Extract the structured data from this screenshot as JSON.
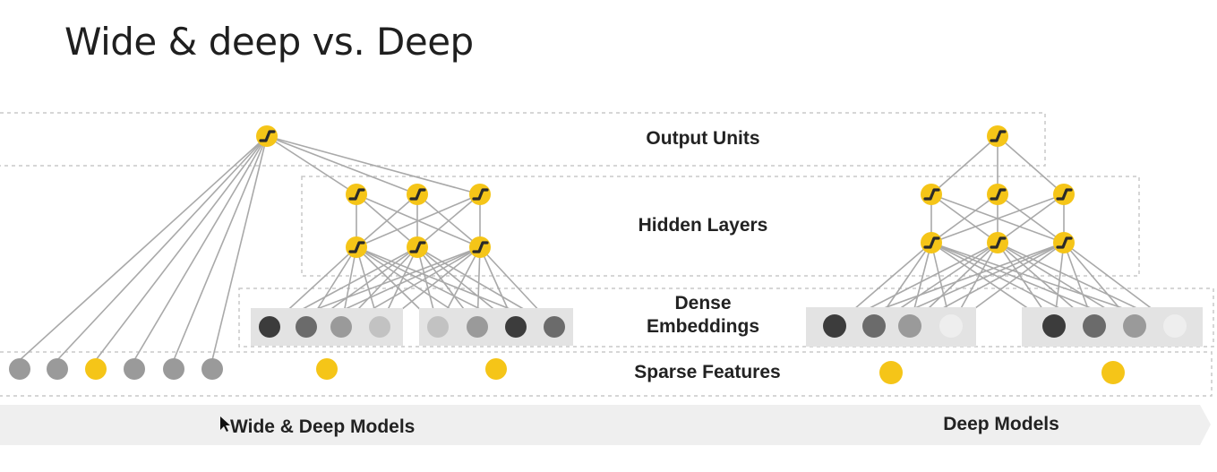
{
  "title": "Wide & deep vs. Deep",
  "layers": {
    "output": "Output Units",
    "hidden": "Hidden Layers",
    "dense_line1": "Dense",
    "dense_line2": "Embeddings",
    "sparse": "Sparse Features"
  },
  "footer": {
    "left": "Wide & Deep Models",
    "right": "Deep Models"
  },
  "colors": {
    "yellow": "#f5c518",
    "line": "#a9a9a9",
    "dashed": "#c8c8c8",
    "box": "#e3e3e3",
    "arrow_band": "#efefef"
  },
  "node_shades": [
    "#3c3c3c",
    "#6b6b6b",
    "#9a9a9a",
    "#c2c2c2",
    "#eeeeee"
  ],
  "icons": [
    "activation-node-icon",
    "mouse-cursor-icon"
  ]
}
